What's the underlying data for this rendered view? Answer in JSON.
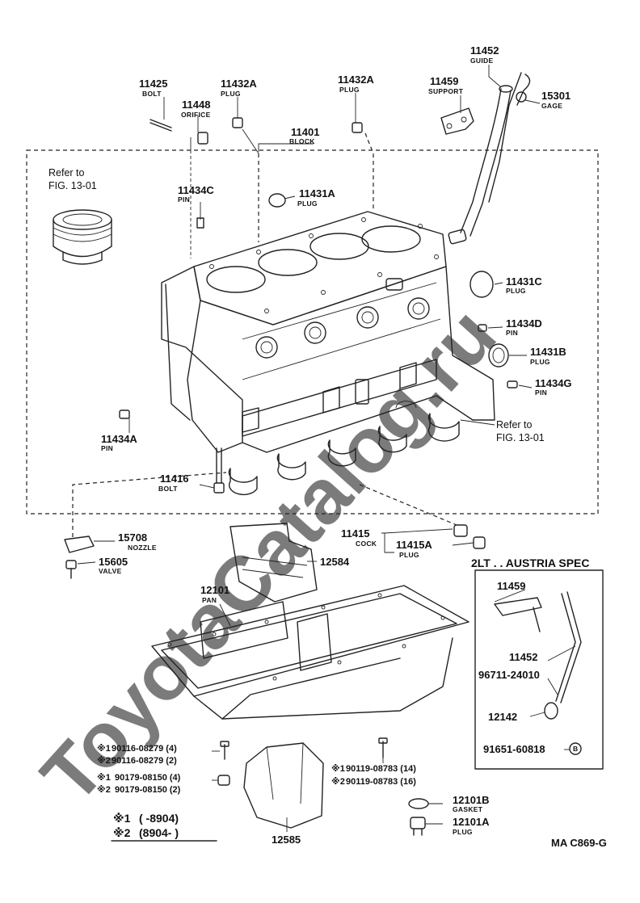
{
  "watermark": "ToyotaCatalog.ru",
  "figure_code": "MA C869-G",
  "refer_texts": [
    {
      "line1": "Refer to",
      "line2": "FIG. 13-01"
    },
    {
      "line1": "Refer to",
      "line2": "FIG. 13-01"
    }
  ],
  "parts": {
    "p11425": {
      "num": "11425",
      "sub": "BOLT"
    },
    "p11448": {
      "num": "11448",
      "sub": "ORIFICE"
    },
    "p11432A_1": {
      "num": "11432A",
      "sub": "PLUG"
    },
    "p11432A_2": {
      "num": "11432A",
      "sub": "PLUG"
    },
    "p11459": {
      "num": "11459",
      "sub": "SUPPORT"
    },
    "p11452": {
      "num": "11452",
      "sub": "GUIDE"
    },
    "p15301": {
      "num": "15301",
      "sub": "GAGE"
    },
    "p11401": {
      "num": "11401",
      "sub": "BLOCK"
    },
    "p11434C": {
      "num": "11434C",
      "sub": "PIN"
    },
    "p11431A": {
      "num": "11431A",
      "sub": "PLUG"
    },
    "p11431C": {
      "num": "11431C",
      "sub": "PLUG"
    },
    "p11434D": {
      "num": "11434D",
      "sub": "PIN"
    },
    "p11431B": {
      "num": "11431B",
      "sub": "PLUG"
    },
    "p11434G": {
      "num": "11434G",
      "sub": "PIN"
    },
    "p11434A": {
      "num": "11434A",
      "sub": "PIN"
    },
    "p11416": {
      "num": "11416",
      "sub": "BOLT"
    },
    "p15708": {
      "num": "15708",
      "sub": "NOZZLE"
    },
    "p15605": {
      "num": "15605",
      "sub": "VALVE"
    },
    "p12584": {
      "num": "12584",
      "sub": ""
    },
    "p11415": {
      "num": "11415",
      "sub": "COCK"
    },
    "p11415A": {
      "num": "11415A",
      "sub": "PLUG"
    },
    "p12101": {
      "num": "12101",
      "sub": "PAN"
    },
    "p12585": {
      "num": "12585",
      "sub": ""
    },
    "p12101B": {
      "num": "12101B",
      "sub": "GASKET"
    },
    "p12101A": {
      "num": "12101A",
      "sub": "PLUG"
    }
  },
  "bolt_notes": [
    {
      "mark": "※1",
      "text": "90116-08279 (4)"
    },
    {
      "mark": "※2",
      "text": "90116-08279 (2)"
    },
    {
      "mark": "※1",
      "text": "90179-08150 (4)"
    },
    {
      "mark": "※2",
      "text": "90179-08150 (2)"
    },
    {
      "mark": "※1",
      "text": "90119-08783 (14)"
    },
    {
      "mark": "※2",
      "text": "90119-08783 (16)"
    }
  ],
  "legend": [
    {
      "mark": "※1",
      "range": "(      -8904)"
    },
    {
      "mark": "※2",
      "range": "(8904-      )"
    }
  ],
  "austria": {
    "title": "2LT . . AUSTRIA SPEC",
    "items": [
      "11459",
      "11452",
      "96711-24010",
      "12142",
      "91651-60818"
    ],
    "circle_mark": "B"
  }
}
